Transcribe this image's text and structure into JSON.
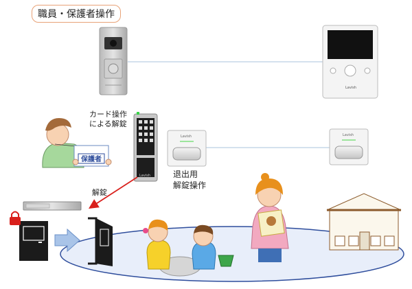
{
  "header": {
    "tag_label": "職員・保護者操作"
  },
  "labels": {
    "card_operation": [
      "カード操作",
      "による解錠"
    ],
    "exit_unlock": [
      "退出用",
      "解錠操作"
    ],
    "unlock": "解錠",
    "badge_text": "保護者",
    "device_brand": "Lavish"
  },
  "colors": {
    "tag_border": "#e8a277",
    "arrow": "#d9201c",
    "ground": "#e8eefa",
    "ground_border": "#2e4d9c",
    "door": "#1b1b1b",
    "lock": "#d9201c",
    "monitor_body": "#f4f4f4",
    "panel": "#c8c8c8"
  }
}
